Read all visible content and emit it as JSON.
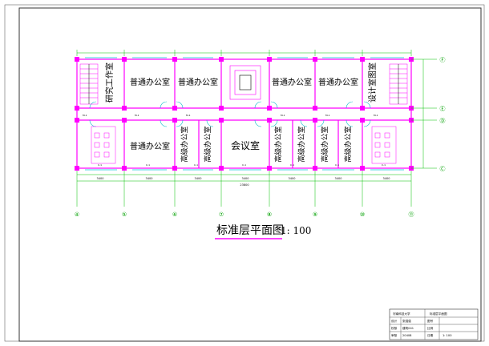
{
  "plan": {
    "title": "标准层平面图",
    "scale": "1: 100",
    "rooms": {
      "research": "研究工作室",
      "office": "普通办公室",
      "design": "设计室图室",
      "senior": "高级办公室",
      "meeting": "会议室"
    },
    "axes_bottom": [
      "④",
      "⑤",
      "⑥",
      "⑦",
      "⑧",
      "⑨",
      "⑩",
      "⑪"
    ],
    "axes_right": [
      "Ⓕ",
      "Ⓔ",
      "Ⓓ",
      "Ⓒ"
    ],
    "dims_bottom": [
      "3400",
      "3400",
      "3400",
      "3400",
      "3400",
      "3400",
      "3400"
    ],
    "total_dim": "23800",
    "door_tag": "M-1",
    "window_tag": "C-1"
  },
  "title_block": {
    "school": "河南科技大学",
    "drawing": "标准层平面图",
    "rows": [
      [
        "设计",
        "张强强",
        "图号",
        ""
      ],
      [
        "校核",
        "建筑041",
        "比例",
        ""
      ],
      [
        "审核",
        "20408",
        "日期",
        "1: 100"
      ]
    ]
  },
  "colors": {
    "background": "#ffffff",
    "wall": "#ff00ff",
    "axis": "#00c000",
    "text": "#000000",
    "frame": "#333333",
    "watermark": "#d8e6ea"
  }
}
